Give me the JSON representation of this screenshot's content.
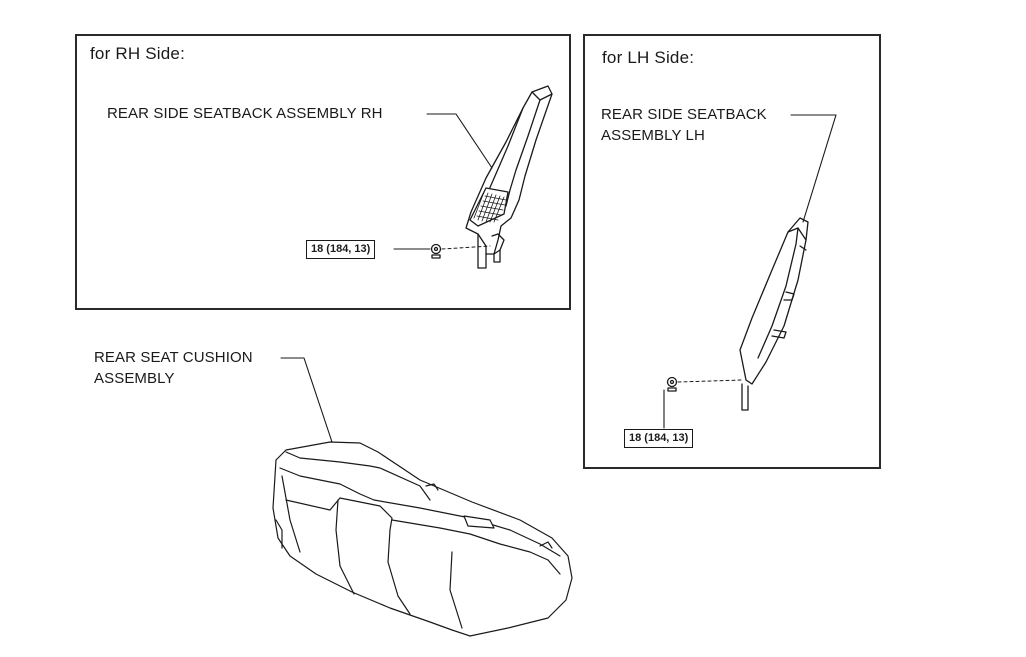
{
  "panels": {
    "rh": {
      "title": "for RH Side:",
      "part_label": "REAR SIDE SEATBACK ASSEMBLY RH",
      "torque": "18 (184, 13)"
    },
    "lh": {
      "title": "for LH Side:",
      "part_label_line1": "REAR SIDE SEATBACK",
      "part_label_line2": "ASSEMBLY LH",
      "torque": "18 (184, 13)"
    }
  },
  "cushion": {
    "label_line1": "REAR SEAT CUSHION",
    "label_line2": "ASSEMBLY"
  },
  "icons": [
    "bolt-icon",
    "seatback-rh-icon",
    "seatback-lh-icon",
    "seat-cushion-icon"
  ],
  "colors": {
    "line": "#1a1a1a",
    "fill": "#ffffff"
  }
}
